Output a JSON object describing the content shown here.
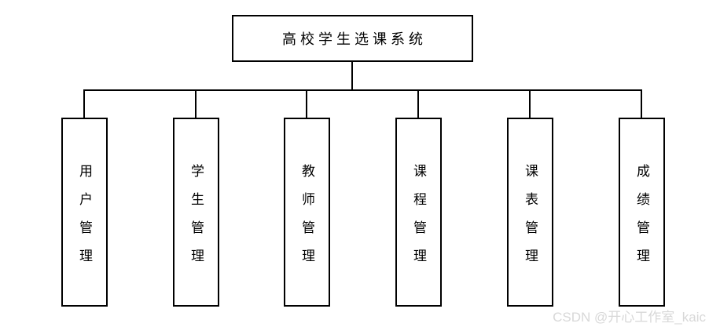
{
  "diagram": {
    "root": {
      "label": "高校学生选课系统"
    },
    "children": [
      {
        "label": "用户管理"
      },
      {
        "label": "学生管理"
      },
      {
        "label": "教师管理"
      },
      {
        "label": "课程管理"
      },
      {
        "label": "课表管理"
      },
      {
        "label": "成绩管理"
      }
    ]
  },
  "watermark": {
    "text": "CSDN @开心工作室_kaic",
    "color": "#d8d8d8"
  },
  "colors": {
    "background": "#ffffff",
    "line": "#000000",
    "box_border": "#000000",
    "text": "#000000"
  }
}
